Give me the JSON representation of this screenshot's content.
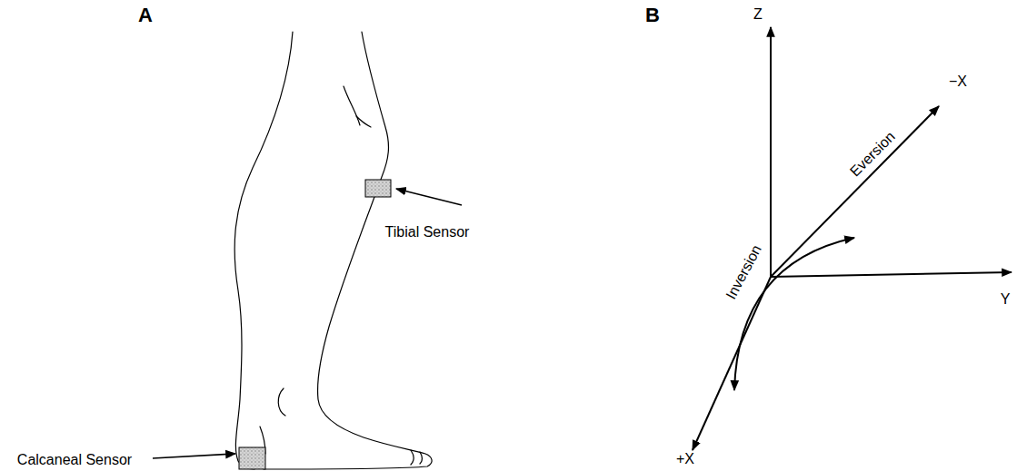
{
  "diagram": {
    "labels": [
      "A",
      "B",
      "Tibial Sensor",
      "Calcaneal Sensor",
      "Z",
      "−X",
      "Eversion",
      "Inversion",
      "Y",
      "+X"
    ]
  }
}
